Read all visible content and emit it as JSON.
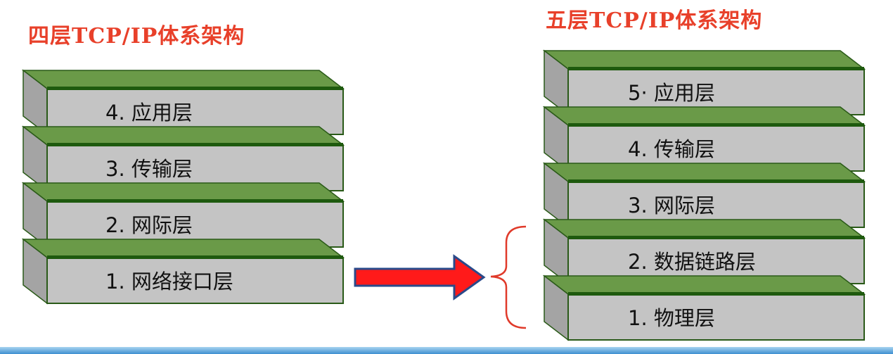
{
  "diagram": {
    "left": {
      "title": "四层TCP/IP体系架构",
      "layers": [
        {
          "label": "4. 应用层"
        },
        {
          "label": "3. 传输层"
        },
        {
          "label": "2. 网际层"
        },
        {
          "label": "1. 网络接口层"
        }
      ]
    },
    "right": {
      "title": "五层TCP/IP体系架构",
      "layers": [
        {
          "label": "5· 应用层"
        },
        {
          "label": "4. 传输层"
        },
        {
          "label": "3. 网际层"
        },
        {
          "label": "2. 数据链路层"
        },
        {
          "label": "1. 物理层"
        }
      ]
    },
    "colors": {
      "title": "#e8402a",
      "block_face": "#c4c4c4",
      "block_side": "#a4a4a4",
      "block_top": "#6a9a48",
      "block_edge": "#2a5a18",
      "separator": "#1e5a0e",
      "arrow_fill": "#ff1a1a",
      "arrow_border": "#2a4a8a",
      "brace": "#e03a2a",
      "bottom_bar": "#3d8fd0"
    }
  }
}
